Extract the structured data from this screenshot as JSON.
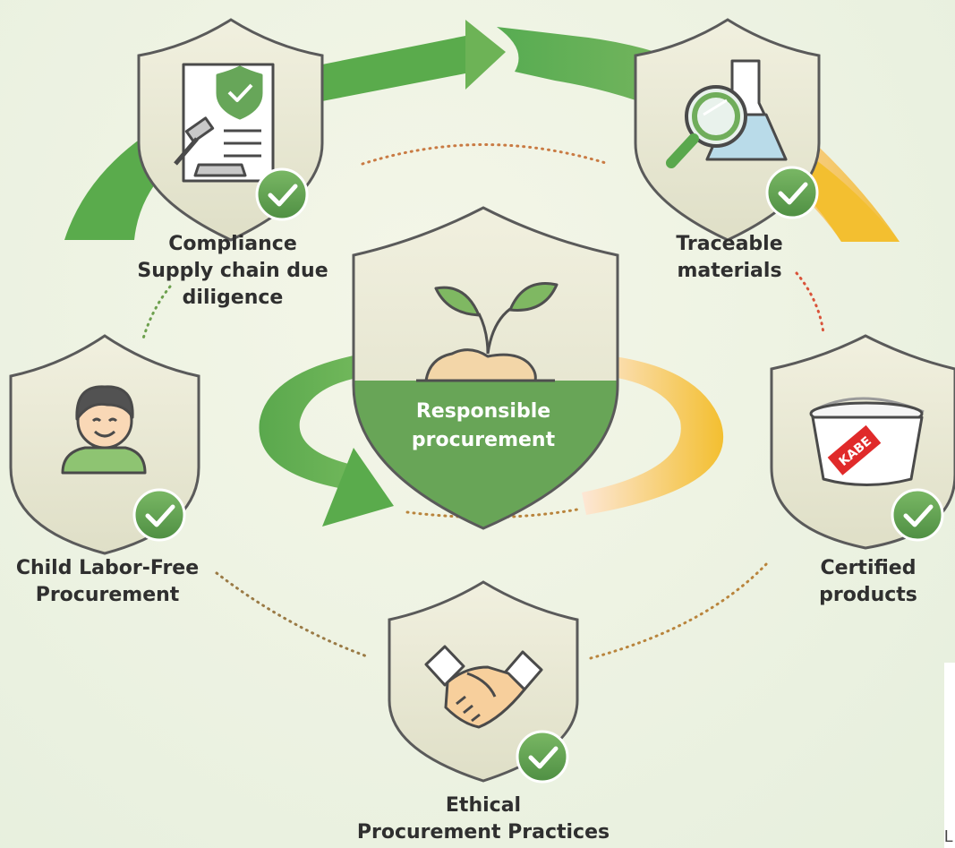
{
  "center": {
    "label": "Responsible\nprocurement"
  },
  "nodes": [
    {
      "id": "compliance",
      "label": "Compliance\nSupply chain due\ndiligence",
      "icon": "contract-gavel-icon"
    },
    {
      "id": "traceable",
      "label": "Traceable\nmaterials",
      "icon": "magnifier-flask-icon"
    },
    {
      "id": "child-labor",
      "label": "Child Labor-Free\nProcurement",
      "icon": "child-avatar-icon"
    },
    {
      "id": "certified",
      "label": "Certified\nproducts",
      "icon": "paint-bucket-icon"
    },
    {
      "id": "ethical",
      "label": "Ethical\nProcurement Practices",
      "icon": "handshake-icon"
    }
  ],
  "bucket_brand": "KABE",
  "corner_text": "L",
  "colors": {
    "green": "#5fae4f",
    "dark_green": "#4e9a44",
    "orange": "#f4b93a",
    "peach": "#f9d9c4",
    "shield_fill": "#e8e8d2",
    "outline": "#5a5a5a",
    "check_green": "#66a85a",
    "dot_green": "#6ca04d",
    "dot_red": "#d9533a"
  }
}
